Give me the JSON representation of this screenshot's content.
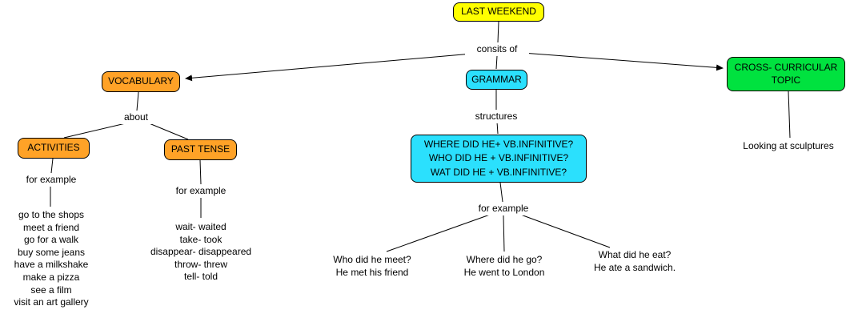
{
  "colors": {
    "node_yellow": "#ffff00",
    "node_orange": "#ffa227",
    "node_cyan": "#2be0fd",
    "node_green": "#00e23f",
    "line": "#000000",
    "text": "#000000",
    "background": "#ffffff"
  },
  "nodes": {
    "last_weekend": {
      "label": "LAST WEEKEND"
    },
    "vocabulary": {
      "label": "VOCABULARY"
    },
    "grammar": {
      "label": "GRAMMAR"
    },
    "cross_curricular": {
      "label": "CROSS- CURRICULAR\nTOPIC"
    },
    "activities": {
      "label": "ACTIVITIES"
    },
    "past_tense": {
      "label": "PAST TENSE"
    },
    "structures": {
      "label": "WHERE DID HE+ VB.INFINITIVE?\nWHO DID HE + VB.INFINITIVE?\nWAT DID HE + VB.INFINITIVE?"
    }
  },
  "linking_phrases": {
    "consists_of": "consits of",
    "about": "about",
    "activities_example": "for example",
    "past_tense_example": "for example",
    "structures_link": "structures",
    "grammar_example": "for example"
  },
  "leaf_texts": {
    "activities_list": "go to the shops\nmeet a friend\ngo for a walk\nbuy some jeans\nhave a milkshake\nmake a pizza\nsee a film\nvisit an art gallery",
    "past_tense_list": "wait- waited\ntake- took\ndisappear- disappeared\nthrow- threw\ntell- told",
    "example_who": "Who did he meet?\nHe met his friend",
    "example_where": "Where did he go?\nHe went to London",
    "example_what": "What did he eat?\nHe ate a sandwich.",
    "cross_curricular_example": "Looking at sculptures"
  }
}
